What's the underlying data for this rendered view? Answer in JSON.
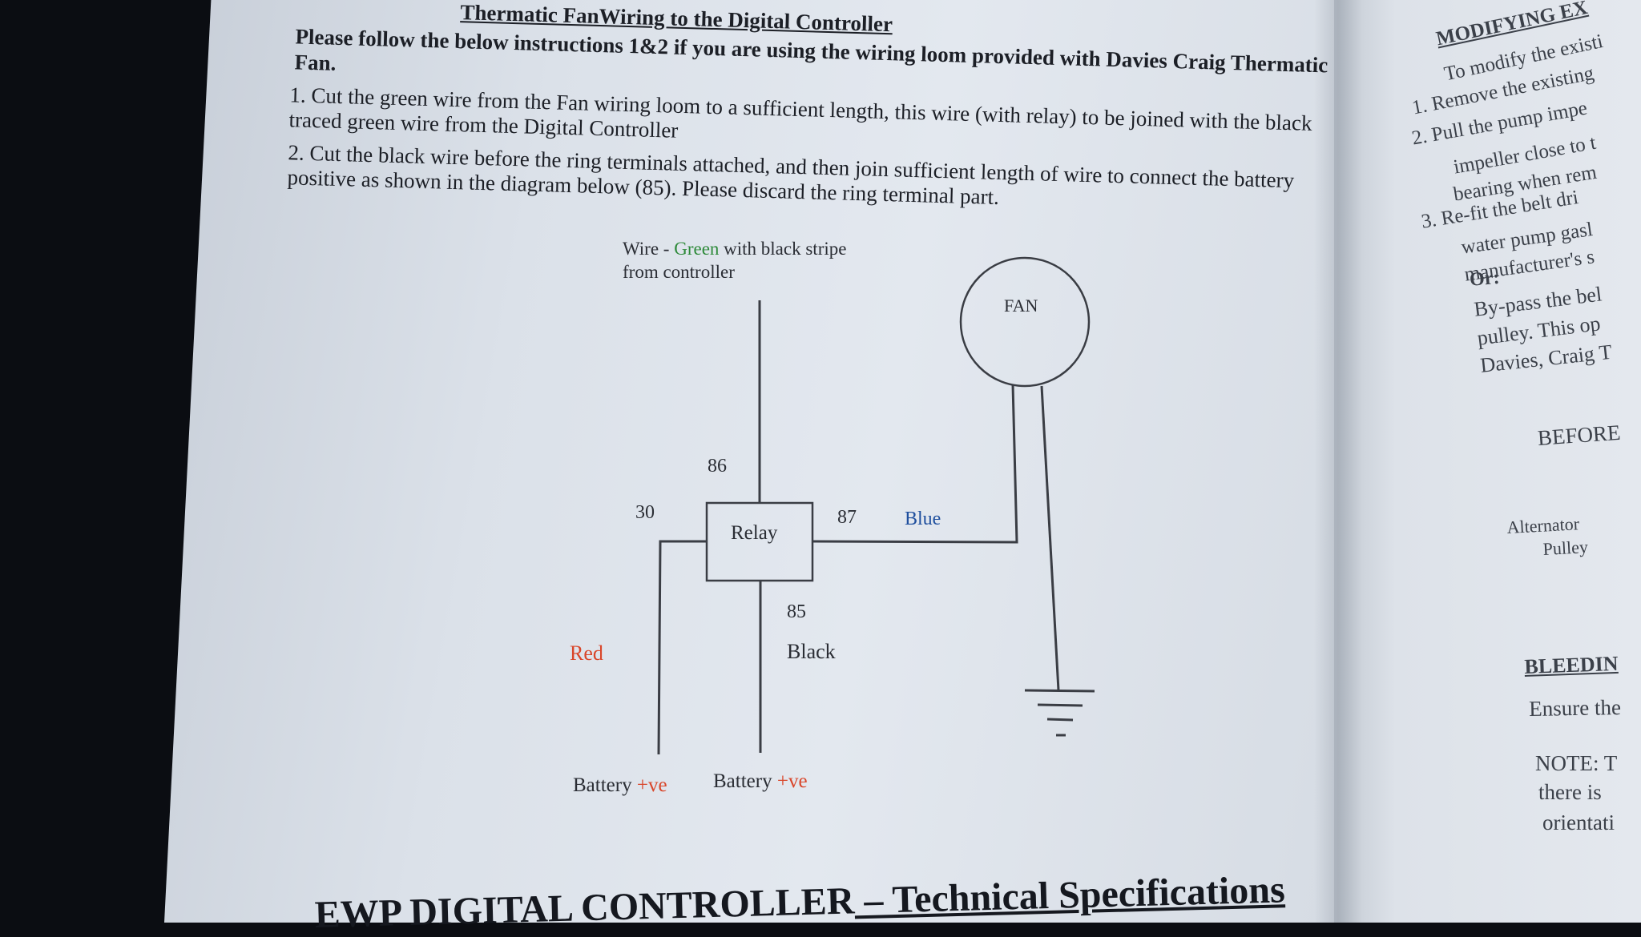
{
  "document": {
    "heading": "Thermatic FanWiring to the Digital Controller",
    "intro": "Please follow the below instructions 1&2 if you are using the wiring loom provided with Davies Craig Thermatic Fan.",
    "steps": [
      "1. Cut the green wire from the Fan wiring loom to a sufficient length, this wire (with relay) to be joined with the black traced green wire from the Digital Controller",
      "2. Cut the black wire before the ring terminals attached, and then join sufficient length of wire to connect the battery positive as shown in the diagram below (85). Please discard the ring terminal part."
    ],
    "footer_title_main": "EWP DIGITAL CONTROLLER",
    "footer_title_suffix": " – Technical Specifications"
  },
  "diagram": {
    "controller_wire_label_a": "Wire - ",
    "controller_wire_color_word": "Green",
    "controller_wire_label_b": " with black stripe",
    "controller_wire_label_line2": "from controller",
    "relay_label": "Relay",
    "fan_label": "FAN",
    "pin_86": "86",
    "pin_30": "30",
    "pin_87": "87",
    "pin_85": "85",
    "wire_blue": "Blue",
    "wire_red": "Red",
    "wire_black": "Black",
    "battery_left_word": "Battery ",
    "battery_left_sign": "+ve",
    "battery_right_word": "Battery ",
    "battery_right_sign": "+ve"
  },
  "side_page": {
    "heading": "MODIFYING EX",
    "line1": "To modify the existi",
    "item1": "1.  Remove the existing",
    "item2": "2.  Pull the pump impe",
    "item2b": "impeller close to t",
    "item2c": "bearing when rem",
    "item3": "3.  Re-fit the belt dri",
    "item3b": "water pump gasl",
    "item3c": "manufacturer's s",
    "or_label": "Or:",
    "bypass1": "By-pass the bel",
    "bypass2": "pulley. This op",
    "bypass3": "Davies, Craig T",
    "before_label": "BEFORE",
    "alt_line1": "Alternator",
    "alt_line2": "Pulley",
    "bleeding_heading": "BLEEDIN",
    "ensure": "Ensure the",
    "note1": "NOTE: T",
    "note2": "there is",
    "note3": "orientati"
  },
  "colors": {
    "green_word": "#2e8a3a",
    "red_word": "#d9462a",
    "blue_word": "#1f4f9e",
    "ink": "#1c1f26",
    "wire": "#3a3d44"
  }
}
